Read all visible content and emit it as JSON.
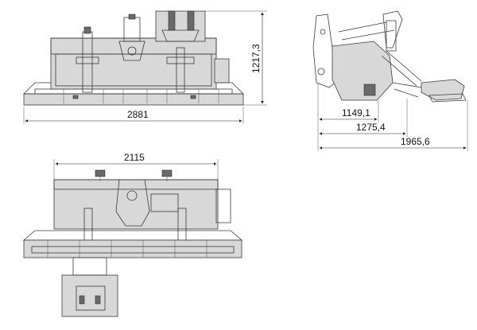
{
  "dimensions": {
    "front_width": "2881",
    "front_height": "1217,3",
    "top_width": "2115",
    "side_d1": "1149,1",
    "side_d2": "1275,4",
    "side_d3": "1965,6"
  }
}
